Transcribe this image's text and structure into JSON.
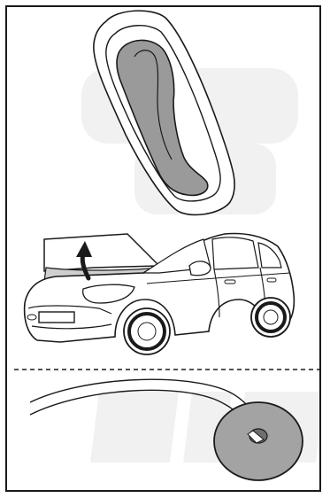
{
  "illustration": {
    "panels": [
      "hood-release-lever",
      "open-hood-car",
      "hood-cable-grommet"
    ]
  },
  "colors": {
    "line": "#1a1a1a",
    "lever_fill": "#9a9a9a",
    "grommet_fill": "#a3a3a3",
    "grommet_center": "#6f6f6f",
    "hood_interior": "#cfcfcf",
    "watermark": "#f1f1f1"
  }
}
